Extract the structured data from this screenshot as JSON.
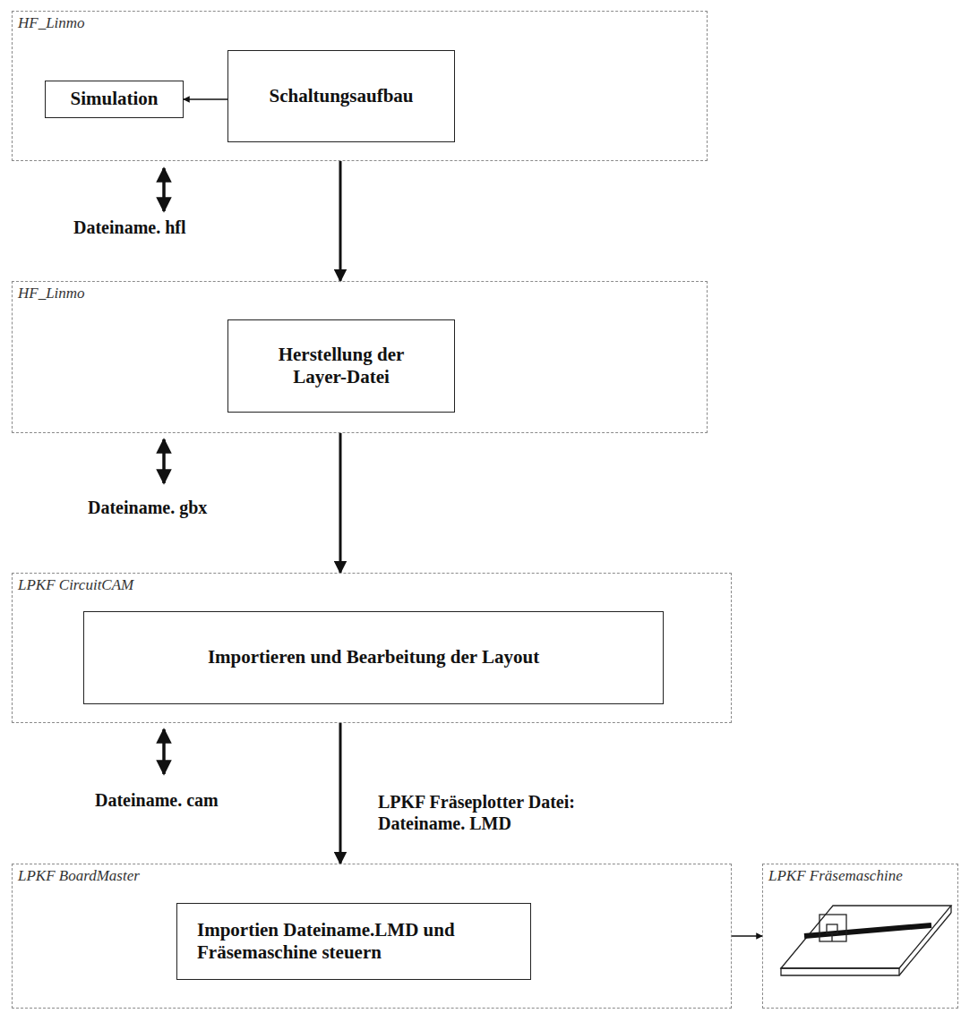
{
  "diagram": {
    "nodes": [
      {
        "text": [
          "HF_Linmo"
        ]
      },
      {
        "text": [
          "Simulation"
        ],
        "in": 0
      },
      {
        "text": [
          "Schaltungsaufbau"
        ],
        "in": 0
      },
      {
        "text": [
          "HF_Linmo"
        ]
      },
      {
        "text": [
          "Herstellung der Layer-Datei"
        ],
        "in": 3
      },
      {
        "text": [
          "LPKF CircuitCAM"
        ]
      },
      {
        "text": [
          "Importieren und Bearbeitung der Layout"
        ],
        "in": 5
      },
      {
        "text": [
          "LPKF BoardMaster"
        ]
      },
      {
        "text": [
          "Importien Dateiname.LMD und Fräsemaschine steuern"
        ],
        "in": 7
      },
      {
        "text": [
          "LPKF Fräsemaschine"
        ]
      }
    ],
    "edges": [
      {
        "from": 2,
        "to": 1,
        "arrow": "to"
      },
      {
        "from": 0,
        "to": 3,
        "arrow": "to"
      },
      {
        "from": 3,
        "to": 5,
        "arrow": "to"
      },
      {
        "from": 5,
        "to": 7,
        "arrow": "to",
        "label": "LPKF Fräseplotter Datei: Dateiname. LMD"
      },
      {
        "from": 7,
        "to": 9,
        "arrow": "to"
      }
    ],
    "labels": [
      "Dateiname. hfl",
      "Dateiname. gbx",
      "Dateiname. cam"
    ]
  }
}
